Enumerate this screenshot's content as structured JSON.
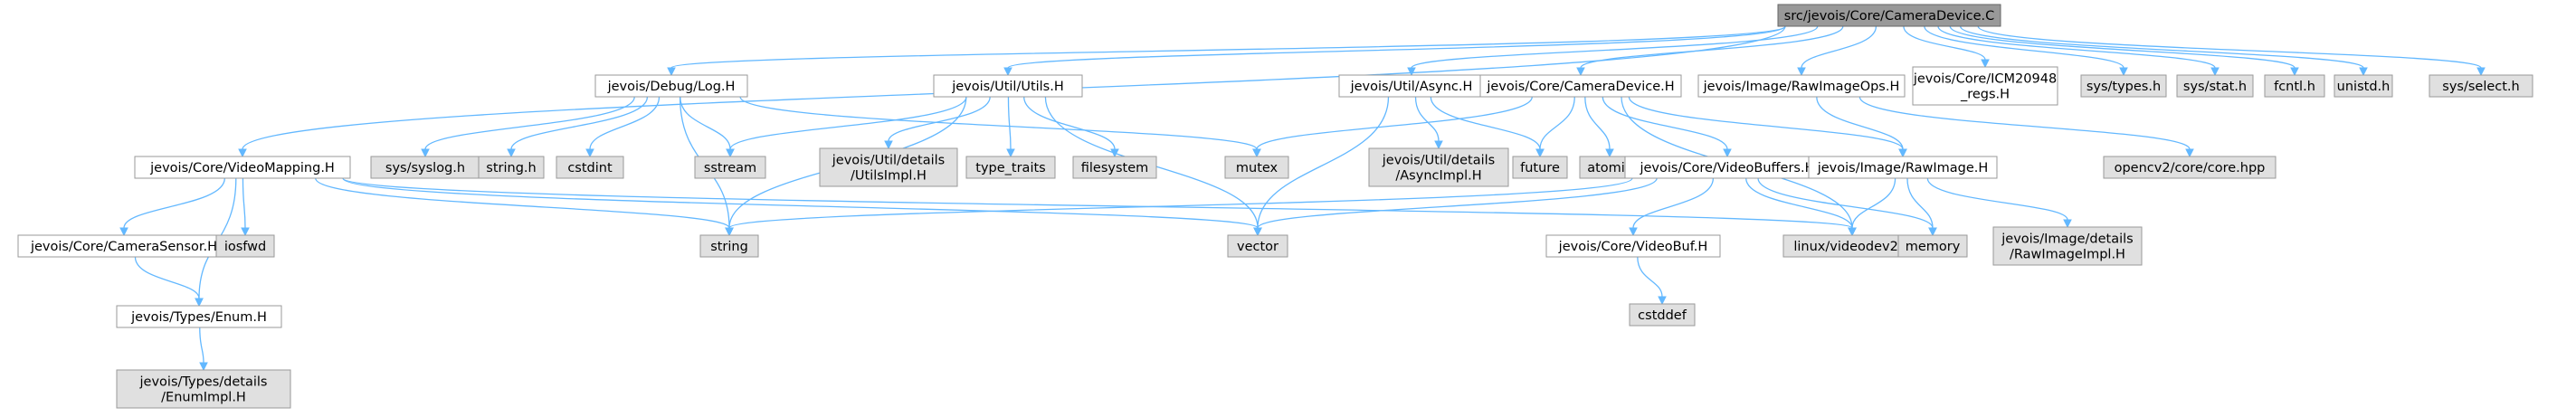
{
  "colors": {
    "edge": "#63b8ff",
    "root_fill": "#999999",
    "header_fill": "#ffffff",
    "system_fill": "#e0e0e0",
    "border": "#999999"
  },
  "nodes": {
    "root": {
      "lines": [
        "src/jevois/Core/CameraDevice.C"
      ],
      "kind": "root"
    },
    "log": {
      "lines": [
        "jevois/Debug/Log.H"
      ],
      "kind": "header"
    },
    "utils": {
      "lines": [
        "jevois/Util/Utils.H"
      ],
      "kind": "header"
    },
    "async": {
      "lines": [
        "jevois/Util/Async.H"
      ],
      "kind": "header"
    },
    "cameradevice_h": {
      "lines": [
        "jevois/Core/CameraDevice.H"
      ],
      "kind": "header"
    },
    "rawimageops": {
      "lines": [
        "jevois/Image/RawImageOps.H"
      ],
      "kind": "header"
    },
    "icm": {
      "lines": [
        "jevois/Core/ICM20948",
        "_regs.H"
      ],
      "kind": "header"
    },
    "systypes": {
      "lines": [
        "sys/types.h"
      ],
      "kind": "system"
    },
    "sysstat": {
      "lines": [
        "sys/stat.h"
      ],
      "kind": "system"
    },
    "fcntl": {
      "lines": [
        "fcntl.h"
      ],
      "kind": "system"
    },
    "unistd": {
      "lines": [
        "unistd.h"
      ],
      "kind": "system"
    },
    "sysselect": {
      "lines": [
        "sys/select.h"
      ],
      "kind": "system"
    },
    "videomapping": {
      "lines": [
        "jevois/Core/VideoMapping.H"
      ],
      "kind": "header"
    },
    "syslog": {
      "lines": [
        "sys/syslog.h"
      ],
      "kind": "system"
    },
    "stringh": {
      "lines": [
        "string.h"
      ],
      "kind": "system"
    },
    "cstdint": {
      "lines": [
        "cstdint"
      ],
      "kind": "system"
    },
    "sstream": {
      "lines": [
        "sstream"
      ],
      "kind": "system"
    },
    "utilsimpl": {
      "lines": [
        "jevois/Util/details",
        "/UtilsImpl.H"
      ],
      "kind": "system"
    },
    "typetraits": {
      "lines": [
        "type_traits"
      ],
      "kind": "system"
    },
    "filesystem": {
      "lines": [
        "filesystem"
      ],
      "kind": "system"
    },
    "mutex": {
      "lines": [
        "mutex"
      ],
      "kind": "system"
    },
    "asyncimpl": {
      "lines": [
        "jevois/Util/details",
        "/AsyncImpl.H"
      ],
      "kind": "system"
    },
    "future": {
      "lines": [
        "future"
      ],
      "kind": "system"
    },
    "atomic": {
      "lines": [
        "atomic"
      ],
      "kind": "system"
    },
    "videobuffers": {
      "lines": [
        "jevois/Core/VideoBuffers.H"
      ],
      "kind": "header"
    },
    "rawimage": {
      "lines": [
        "jevois/Image/RawImage.H"
      ],
      "kind": "header"
    },
    "opencv": {
      "lines": [
        "opencv2/core/core.hpp"
      ],
      "kind": "system"
    },
    "camerasensor": {
      "lines": [
        "jevois/Core/CameraSensor.H"
      ],
      "kind": "header"
    },
    "iosfwd": {
      "lines": [
        "iosfwd"
      ],
      "kind": "system"
    },
    "string": {
      "lines": [
        "string"
      ],
      "kind": "system"
    },
    "vector": {
      "lines": [
        "vector"
      ],
      "kind": "system"
    },
    "linuxvideodev2": {
      "lines": [
        "linux/videodev2.h"
      ],
      "kind": "system"
    },
    "memory": {
      "lines": [
        "memory"
      ],
      "kind": "system"
    },
    "rawimageimpl": {
      "lines": [
        "jevois/Image/details",
        "/RawImageImpl.H"
      ],
      "kind": "system"
    },
    "videobuf": {
      "lines": [
        "jevois/Core/VideoBuf.H"
      ],
      "kind": "header"
    },
    "cstddef": {
      "lines": [
        "cstddef"
      ],
      "kind": "system"
    },
    "enum": {
      "lines": [
        "jevois/Types/Enum.H"
      ],
      "kind": "header"
    },
    "enumimpl": {
      "lines": [
        "jevois/Types/details",
        "/EnumImpl.H"
      ],
      "kind": "system"
    }
  },
  "edges": [
    [
      "root",
      "log"
    ],
    [
      "root",
      "utils"
    ],
    [
      "root",
      "async"
    ],
    [
      "root",
      "cameradevice_h"
    ],
    [
      "root",
      "rawimageops"
    ],
    [
      "root",
      "icm"
    ],
    [
      "root",
      "systypes"
    ],
    [
      "root",
      "sysstat"
    ],
    [
      "root",
      "fcntl"
    ],
    [
      "root",
      "unistd"
    ],
    [
      "root",
      "sysselect"
    ],
    [
      "root",
      "videomapping"
    ],
    [
      "log",
      "syslog"
    ],
    [
      "log",
      "stringh"
    ],
    [
      "log",
      "cstdint"
    ],
    [
      "log",
      "sstream"
    ],
    [
      "log",
      "mutex"
    ],
    [
      "log",
      "string"
    ],
    [
      "utils",
      "sstream"
    ],
    [
      "utils",
      "utilsimpl"
    ],
    [
      "utils",
      "typetraits"
    ],
    [
      "utils",
      "filesystem"
    ],
    [
      "utils",
      "string"
    ],
    [
      "utils",
      "vector"
    ],
    [
      "async",
      "asyncimpl"
    ],
    [
      "async",
      "future"
    ],
    [
      "async",
      "vector"
    ],
    [
      "cameradevice_h",
      "mutex"
    ],
    [
      "cameradevice_h",
      "future"
    ],
    [
      "cameradevice_h",
      "atomic"
    ],
    [
      "cameradevice_h",
      "videobuffers"
    ],
    [
      "cameradevice_h",
      "rawimage"
    ],
    [
      "cameradevice_h",
      "linuxvideodev2"
    ],
    [
      "rawimageops",
      "rawimage"
    ],
    [
      "rawimageops",
      "opencv"
    ],
    [
      "videomapping",
      "camerasensor"
    ],
    [
      "videomapping",
      "iosfwd"
    ],
    [
      "videomapping",
      "enum"
    ],
    [
      "videomapping",
      "string"
    ],
    [
      "videomapping",
      "vector"
    ],
    [
      "videomapping",
      "linuxvideodev2"
    ],
    [
      "videobuffers",
      "string"
    ],
    [
      "videobuffers",
      "vector"
    ],
    [
      "videobuffers",
      "videobuf"
    ],
    [
      "videobuffers",
      "linuxvideodev2"
    ],
    [
      "videobuffers",
      "memory"
    ],
    [
      "rawimage",
      "linuxvideodev2"
    ],
    [
      "rawimage",
      "memory"
    ],
    [
      "rawimage",
      "rawimageimpl"
    ],
    [
      "videobuf",
      "cstddef"
    ],
    [
      "camerasensor",
      "enum"
    ],
    [
      "enum",
      "enumimpl"
    ]
  ]
}
